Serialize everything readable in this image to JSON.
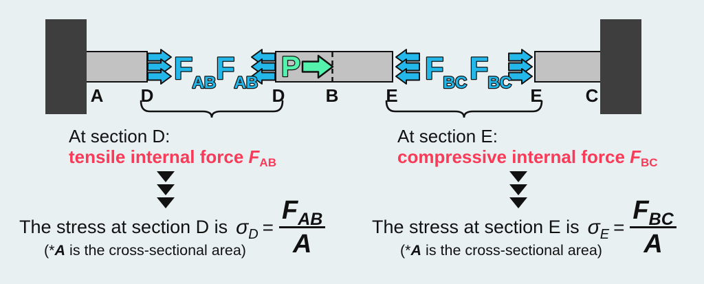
{
  "colors": {
    "background": "#E9F0F2",
    "wall": "#3E3E3E",
    "bar_fill": "#C2C2C2",
    "outline": "#111111",
    "arrow_cyan": "#24B8EA",
    "load_mint": "#55F2AD",
    "accent_red": "#F73B58"
  },
  "diagram": {
    "point_labels": [
      "A",
      "D",
      "D",
      "B",
      "E",
      "E",
      "C"
    ],
    "load_label": "P",
    "force_ab_symbol": "F",
    "force_ab_subscript": "AB",
    "force_bc_symbol": "F",
    "force_bc_subscript": "BC"
  },
  "left": {
    "heading": "At section D:",
    "conclusion_text": "tensile internal force ",
    "conclusion_symbol": "F",
    "conclusion_subscript": "AB",
    "stress_sentence": "The stress at section D is",
    "sigma": "σ",
    "sigma_subscript": "D",
    "equals": "=",
    "numerator_symbol": "F",
    "numerator_subscript": "AB",
    "denominator": "A",
    "footnote_open": "(*",
    "footnote_symbol": "A",
    "footnote_rest": " is the cross-sectional area)"
  },
  "right": {
    "heading": "At section E:",
    "conclusion_text": "compressive internal force ",
    "conclusion_symbol": "F",
    "conclusion_subscript": "BC",
    "stress_sentence": "The stress at section E is",
    "sigma": "σ",
    "sigma_subscript": "E",
    "equals": "=",
    "numerator_symbol": "F",
    "numerator_subscript": "BC",
    "denominator": "A",
    "footnote_open": "(*",
    "footnote_symbol": "A",
    "footnote_rest": " is the cross-sectional area)"
  }
}
